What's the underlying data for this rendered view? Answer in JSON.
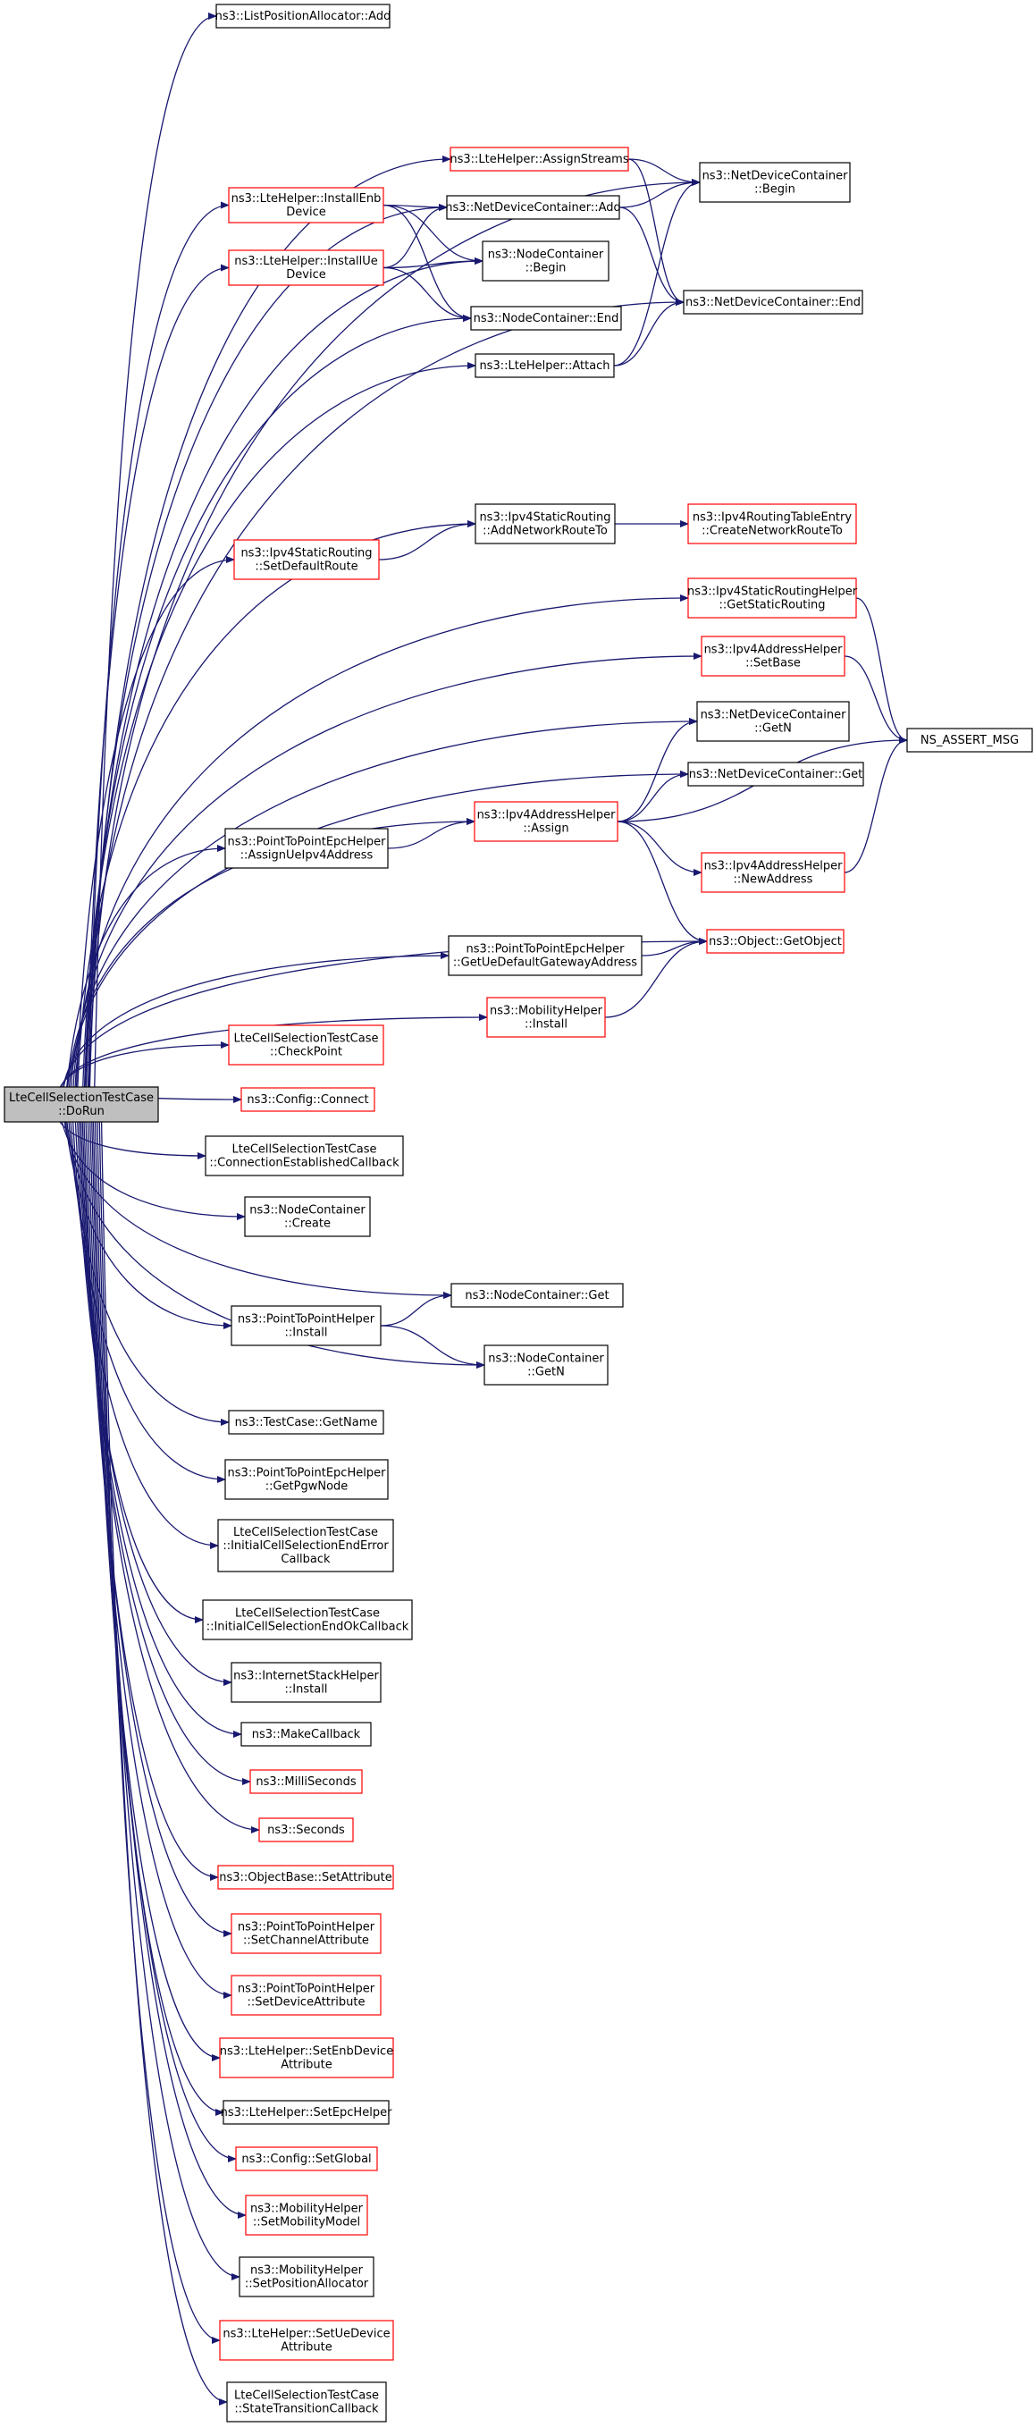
{
  "colors": {
    "edge": "#191970",
    "normal_border": "#000000",
    "linked_border": "#ff0000",
    "root_fill": "#bfbfbf",
    "node_fill": "#ffffff"
  },
  "nodes": [
    {
      "id": "root",
      "lines": [
        "LteCellSelectionTestCase",
        "::DoRun"
      ],
      "style": "root"
    },
    {
      "id": "n_lpa_add",
      "lines": [
        "ns3::ListPositionAllocator::Add"
      ],
      "style": "normal"
    },
    {
      "id": "n_assign_streams",
      "lines": [
        "ns3::LteHelper::AssignStreams"
      ],
      "style": "linked"
    },
    {
      "id": "n_install_enb",
      "lines": [
        "ns3::LteHelper::InstallEnb",
        "Device"
      ],
      "style": "linked"
    },
    {
      "id": "n_install_ue",
      "lines": [
        "ns3::LteHelper::InstallUe",
        "Device"
      ],
      "style": "linked"
    },
    {
      "id": "n_ndc_add",
      "lines": [
        "ns3::NetDeviceContainer::Add"
      ],
      "style": "normal"
    },
    {
      "id": "n_ndc_begin",
      "lines": [
        "ns3::NetDeviceContainer",
        "::Begin"
      ],
      "style": "normal"
    },
    {
      "id": "n_nc_begin",
      "lines": [
        "ns3::NodeContainer",
        "::Begin"
      ],
      "style": "normal"
    },
    {
      "id": "n_nc_end",
      "lines": [
        "ns3::NodeContainer::End"
      ],
      "style": "normal"
    },
    {
      "id": "n_ndc_end",
      "lines": [
        "ns3::NetDeviceContainer::End"
      ],
      "style": "normal"
    },
    {
      "id": "n_attach",
      "lines": [
        "ns3::LteHelper::Attach"
      ],
      "style": "normal"
    },
    {
      "id": "n_add_route",
      "lines": [
        "ns3::Ipv4StaticRouting",
        "::AddNetworkRouteTo"
      ],
      "style": "normal"
    },
    {
      "id": "n_create_route",
      "lines": [
        "ns3::Ipv4RoutingTableEntry",
        "::CreateNetworkRouteTo"
      ],
      "style": "linked"
    },
    {
      "id": "n_set_default",
      "lines": [
        "ns3::Ipv4StaticRouting",
        "::SetDefaultRoute"
      ],
      "style": "linked"
    },
    {
      "id": "n_get_static",
      "lines": [
        "ns3::Ipv4StaticRoutingHelper",
        "::GetStaticRouting"
      ],
      "style": "linked"
    },
    {
      "id": "n_set_base",
      "lines": [
        "ns3::Ipv4AddressHelper",
        "::SetBase"
      ],
      "style": "linked"
    },
    {
      "id": "n_ns_assert",
      "lines": [
        "NS_ASSERT_MSG"
      ],
      "style": "normal"
    },
    {
      "id": "n_ndc_getn",
      "lines": [
        "ns3::NetDeviceContainer",
        "::GetN"
      ],
      "style": "normal"
    },
    {
      "id": "n_ndc_get",
      "lines": [
        "ns3::NetDeviceContainer::Get"
      ],
      "style": "normal"
    },
    {
      "id": "n_p2p_assign_ue",
      "lines": [
        "ns3::PointToPointEpcHelper",
        "::AssignUeIpv4Address"
      ],
      "style": "normal"
    },
    {
      "id": "n_ipv4_assign",
      "lines": [
        "ns3::Ipv4AddressHelper",
        "::Assign"
      ],
      "style": "linked"
    },
    {
      "id": "n_new_address",
      "lines": [
        "ns3::Ipv4AddressHelper",
        "::NewAddress"
      ],
      "style": "linked"
    },
    {
      "id": "n_get_gw",
      "lines": [
        "ns3::PointToPointEpcHelper",
        "::GetUeDefaultGatewayAddress"
      ],
      "style": "normal"
    },
    {
      "id": "n_get_object",
      "lines": [
        "ns3::Object::GetObject"
      ],
      "style": "linked"
    },
    {
      "id": "n_mob_install",
      "lines": [
        "ns3::MobilityHelper",
        "::Install"
      ],
      "style": "linked"
    },
    {
      "id": "n_checkpoint",
      "lines": [
        "LteCellSelectionTestCase",
        "::CheckPoint"
      ],
      "style": "linked"
    },
    {
      "id": "n_config_connect",
      "lines": [
        "ns3::Config::Connect"
      ],
      "style": "linked"
    },
    {
      "id": "n_conn_est",
      "lines": [
        "LteCellSelectionTestCase",
        "::ConnectionEstablishedCallback"
      ],
      "style": "normal"
    },
    {
      "id": "n_nc_create",
      "lines": [
        "ns3::NodeContainer",
        "::Create"
      ],
      "style": "normal"
    },
    {
      "id": "n_nc_get",
      "lines": [
        "ns3::NodeContainer::Get"
      ],
      "style": "normal"
    },
    {
      "id": "n_p2p_install",
      "lines": [
        "ns3::PointToPointHelper",
        "::Install"
      ],
      "style": "normal"
    },
    {
      "id": "n_nc_getn",
      "lines": [
        "ns3::NodeContainer",
        "::GetN"
      ],
      "style": "normal"
    },
    {
      "id": "n_get_name",
      "lines": [
        "ns3::TestCase::GetName"
      ],
      "style": "normal"
    },
    {
      "id": "n_get_pgw",
      "lines": [
        "ns3::PointToPointEpcHelper",
        "::GetPgwNode"
      ],
      "style": "normal"
    },
    {
      "id": "n_init_err",
      "lines": [
        "LteCellSelectionTestCase",
        "::InitialCellSelectionEndError",
        "Callback"
      ],
      "style": "normal"
    },
    {
      "id": "n_init_ok",
      "lines": [
        "LteCellSelectionTestCase",
        "::InitialCellSelectionEndOkCallback"
      ],
      "style": "normal"
    },
    {
      "id": "n_inet_install",
      "lines": [
        "ns3::InternetStackHelper",
        "::Install"
      ],
      "style": "normal"
    },
    {
      "id": "n_make_cb",
      "lines": [
        "ns3::MakeCallback"
      ],
      "style": "normal"
    },
    {
      "id": "n_millis",
      "lines": [
        "ns3::MilliSeconds"
      ],
      "style": "linked"
    },
    {
      "id": "n_seconds",
      "lines": [
        "ns3::Seconds"
      ],
      "style": "linked"
    },
    {
      "id": "n_set_attr",
      "lines": [
        "ns3::ObjectBase::SetAttribute"
      ],
      "style": "linked"
    },
    {
      "id": "n_set_chan_attr",
      "lines": [
        "ns3::PointToPointHelper",
        "::SetChannelAttribute"
      ],
      "style": "linked"
    },
    {
      "id": "n_set_dev_attr",
      "lines": [
        "ns3::PointToPointHelper",
        "::SetDeviceAttribute"
      ],
      "style": "linked"
    },
    {
      "id": "n_set_enb_attr",
      "lines": [
        "ns3::LteHelper::SetEnbDevice",
        "Attribute"
      ],
      "style": "linked"
    },
    {
      "id": "n_set_epc",
      "lines": [
        "ns3::LteHelper::SetEpcHelper"
      ],
      "style": "normal"
    },
    {
      "id": "n_set_global",
      "lines": [
        "ns3::Config::SetGlobal"
      ],
      "style": "linked"
    },
    {
      "id": "n_set_mob_model",
      "lines": [
        "ns3::MobilityHelper",
        "::SetMobilityModel"
      ],
      "style": "linked"
    },
    {
      "id": "n_set_pos_alloc",
      "lines": [
        "ns3::MobilityHelper",
        "::SetPositionAllocator"
      ],
      "style": "normal"
    },
    {
      "id": "n_set_ue_attr",
      "lines": [
        "ns3::LteHelper::SetUeDevice",
        "Attribute"
      ],
      "style": "linked"
    },
    {
      "id": "n_state_cb",
      "lines": [
        "LteCellSelectionTestCase",
        "::StateTransitionCallback"
      ],
      "style": "normal"
    }
  ],
  "edges": [
    [
      "root",
      "n_lpa_add"
    ],
    [
      "root",
      "n_assign_streams"
    ],
    [
      "root",
      "n_ndc_begin"
    ],
    [
      "root",
      "n_install_enb"
    ],
    [
      "root",
      "n_ndc_add"
    ],
    [
      "root",
      "n_install_ue"
    ],
    [
      "root",
      "n_nc_begin"
    ],
    [
      "root",
      "n_nc_end"
    ],
    [
      "root",
      "n_attach"
    ],
    [
      "root",
      "n_ndc_end"
    ],
    [
      "root",
      "n_add_route"
    ],
    [
      "root",
      "n_set_default"
    ],
    [
      "root",
      "n_get_static"
    ],
    [
      "root",
      "n_set_base"
    ],
    [
      "root",
      "n_ndc_getn"
    ],
    [
      "root",
      "n_ndc_get"
    ],
    [
      "root",
      "n_ipv4_assign"
    ],
    [
      "root",
      "n_p2p_assign_ue"
    ],
    [
      "root",
      "n_get_object"
    ],
    [
      "root",
      "n_get_gw"
    ],
    [
      "root",
      "n_mob_install"
    ],
    [
      "root",
      "n_checkpoint"
    ],
    [
      "root",
      "n_config_connect"
    ],
    [
      "root",
      "n_conn_est"
    ],
    [
      "root",
      "n_nc_create"
    ],
    [
      "root",
      "n_nc_get"
    ],
    [
      "root",
      "n_p2p_install"
    ],
    [
      "root",
      "n_nc_getn"
    ],
    [
      "root",
      "n_get_name"
    ],
    [
      "root",
      "n_get_pgw"
    ],
    [
      "root",
      "n_init_err"
    ],
    [
      "root",
      "n_init_ok"
    ],
    [
      "root",
      "n_inet_install"
    ],
    [
      "root",
      "n_make_cb"
    ],
    [
      "root",
      "n_millis"
    ],
    [
      "root",
      "n_seconds"
    ],
    [
      "root",
      "n_set_attr"
    ],
    [
      "root",
      "n_set_chan_attr"
    ],
    [
      "root",
      "n_set_dev_attr"
    ],
    [
      "root",
      "n_set_enb_attr"
    ],
    [
      "root",
      "n_set_epc"
    ],
    [
      "root",
      "n_set_global"
    ],
    [
      "root",
      "n_set_mob_model"
    ],
    [
      "root",
      "n_set_pos_alloc"
    ],
    [
      "root",
      "n_set_ue_attr"
    ],
    [
      "root",
      "n_state_cb"
    ],
    [
      "n_assign_streams",
      "n_ndc_begin"
    ],
    [
      "n_assign_streams",
      "n_ndc_end"
    ],
    [
      "n_install_enb",
      "n_ndc_add"
    ],
    [
      "n_install_enb",
      "n_nc_begin"
    ],
    [
      "n_install_enb",
      "n_nc_end"
    ],
    [
      "n_install_ue",
      "n_ndc_add"
    ],
    [
      "n_install_ue",
      "n_nc_begin"
    ],
    [
      "n_install_ue",
      "n_nc_end"
    ],
    [
      "n_ndc_add",
      "n_ndc_begin"
    ],
    [
      "n_ndc_add",
      "n_ndc_end"
    ],
    [
      "n_attach",
      "n_ndc_begin"
    ],
    [
      "n_attach",
      "n_ndc_end"
    ],
    [
      "n_add_route",
      "n_create_route"
    ],
    [
      "n_set_default",
      "n_add_route"
    ],
    [
      "n_get_static",
      "n_ns_assert"
    ],
    [
      "n_set_base",
      "n_ns_assert"
    ],
    [
      "n_p2p_assign_ue",
      "n_ipv4_assign"
    ],
    [
      "n_ipv4_assign",
      "n_ndc_getn"
    ],
    [
      "n_ipv4_assign",
      "n_ndc_get"
    ],
    [
      "n_ipv4_assign",
      "n_ns_assert"
    ],
    [
      "n_ipv4_assign",
      "n_new_address"
    ],
    [
      "n_ipv4_assign",
      "n_get_object"
    ],
    [
      "n_new_address",
      "n_ns_assert"
    ],
    [
      "n_get_gw",
      "n_get_object"
    ],
    [
      "n_mob_install",
      "n_get_object"
    ],
    [
      "n_p2p_install",
      "n_nc_get"
    ],
    [
      "n_p2p_install",
      "n_nc_getn"
    ]
  ]
}
